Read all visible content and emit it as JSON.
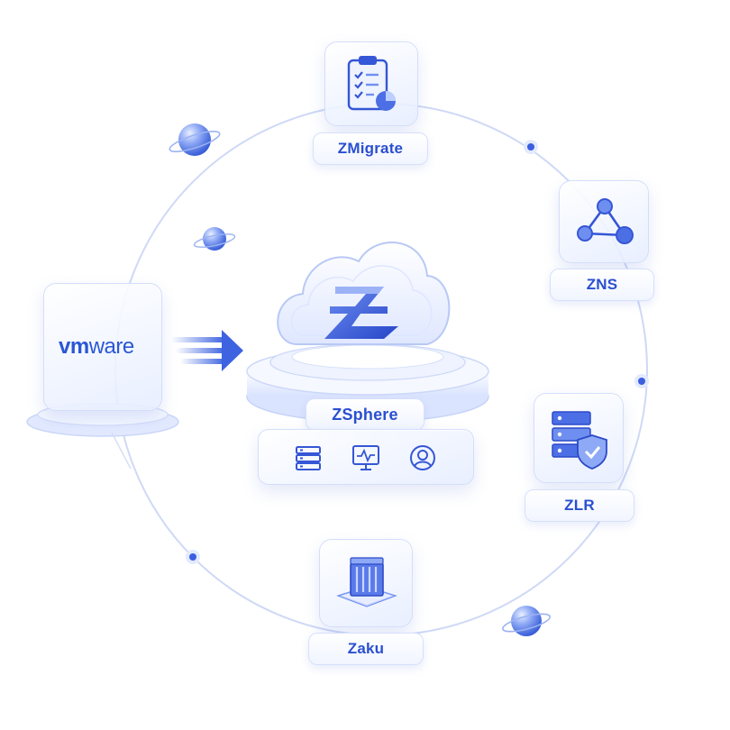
{
  "source": {
    "logo_text_bold": "vm",
    "logo_text_light": "ware"
  },
  "center": {
    "label": "ZSphere",
    "tools": [
      "server-icon",
      "monitor-icon",
      "user-icon"
    ]
  },
  "nodes": {
    "zmigrate": {
      "label": "ZMigrate",
      "icon": "clipboard-icon"
    },
    "zns": {
      "label": "ZNS",
      "icon": "network-icon"
    },
    "zlr": {
      "label": "ZLR",
      "icon": "shield-server-icon"
    },
    "zaku": {
      "label": "Zaku",
      "icon": "chip-cube-icon"
    }
  },
  "colors": {
    "accent": "#2a4fd0",
    "orbit": "#c7d3f4",
    "glow": "#8aa6f0"
  }
}
